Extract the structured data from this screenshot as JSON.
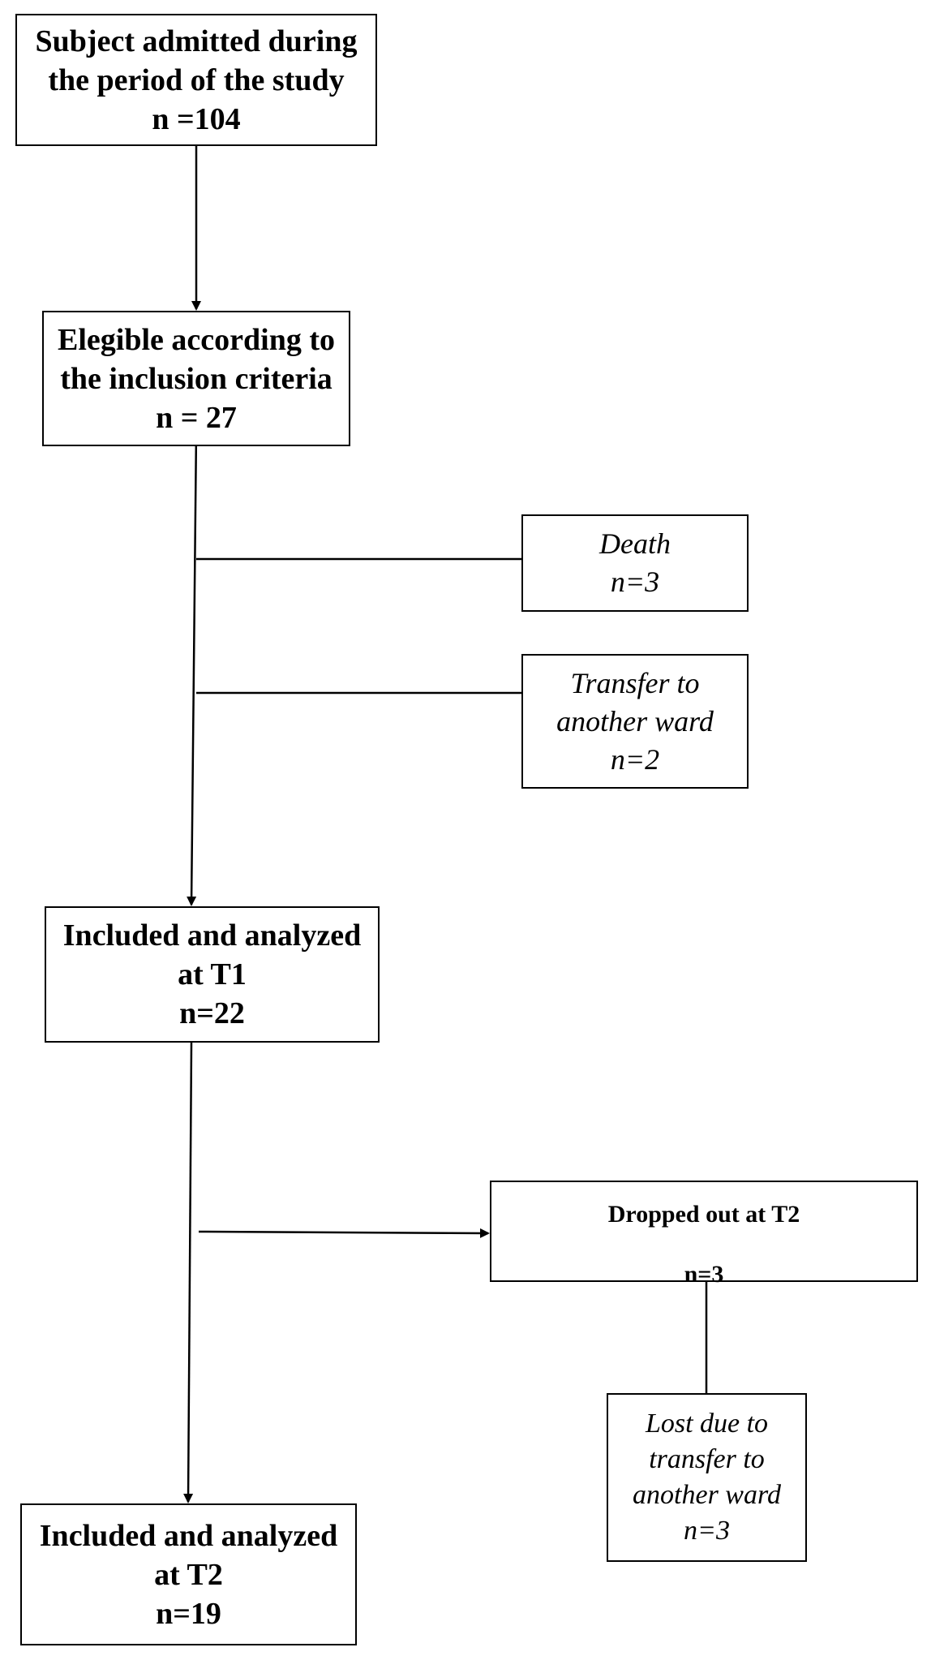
{
  "flowchart": {
    "admitted": {
      "line1": "Subject admitted during",
      "line2": "the period of the study",
      "count": "n =104"
    },
    "eligible": {
      "line1": "Elegible according to",
      "line2": "the inclusion criteria",
      "count": "n = 27"
    },
    "death": {
      "line1": "Death",
      "count": "n=3"
    },
    "transfer": {
      "line1": "Transfer to",
      "line2": "another ward",
      "count": "n=2"
    },
    "t1": {
      "line1": "Included and analyzed",
      "line2": "at T1",
      "count": "n=22"
    },
    "dropped": {
      "line1": "Dropped out at T2",
      "count": "n=3"
    },
    "lost": {
      "line1": "Lost due to",
      "line2": "transfer to",
      "line3": "another ward",
      "count": "n=3"
    },
    "t2": {
      "line1": "Included and analyzed",
      "line2": "at T2",
      "count": "n=19"
    }
  },
  "colors": {
    "line": "#000000",
    "background": "#ffffff"
  }
}
